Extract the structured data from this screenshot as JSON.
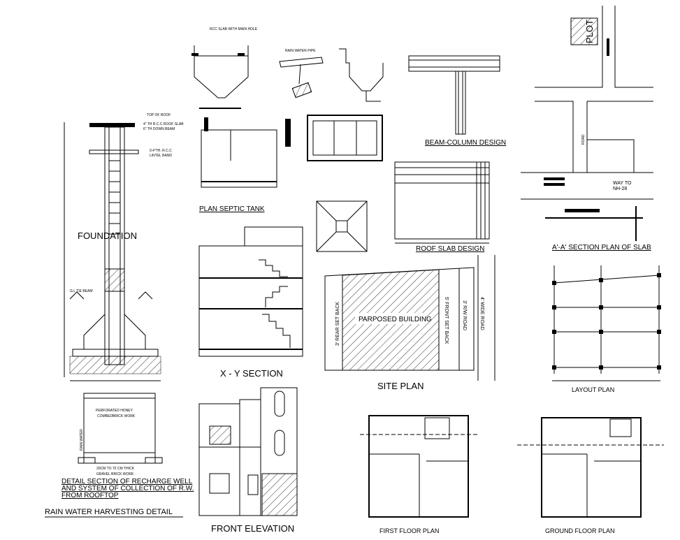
{
  "labels": {
    "rcc_slab": "RCC SLAB WITH MAIN HOLE",
    "rain_water_pipe": "RAIN WATER PIPE",
    "beam_column": "BEAM-COLUMN DESIGN",
    "plan_septic_tank": "PLAN SEPTIC TANK",
    "roof_slab": "ROOF SLAB DESIGN",
    "aa_section": "A'-A' SECTION PLAN OF SLAB",
    "foundation": "FOUNDATION",
    "xy_section": "X - Y  SECTION",
    "site_plan": "SITE PLAN",
    "layout_plan": "LAYOUT PLAN",
    "proposed_building": "PARPOSED BUILDING",
    "rear_setback": "3' REAR SET BACK",
    "front_setback": "5' FRONT SET BACK",
    "rw_road": "3' R/W ROAD",
    "wide_road": "4' WIDE ROAD",
    "plot": "PLOT",
    "road": "ROAD",
    "way_to": "WAY TO",
    "nh": "NH-28",
    "perforated_1": "PERFORATED HONEY",
    "perforated_2": "COMBEDBRICK WORK",
    "rain_water": "RAIN WATER",
    "gravel_1": "20CM TO 70 CM THICK",
    "gravel_2": "GRAVEL BRICK WORK",
    "recharge_1": "DETAIL SECTION OF RECHARGE WELL",
    "recharge_2": "AND SYSTEM OF COLLECTION OF R.W.",
    "recharge_3": "FROM ROOFTOP",
    "rwh_detail": "RAIN WATER HARVESTING DETAIL",
    "front_elevation": "FRONT ELEVATION",
    "first_floor": "FIRST FLOOR PLAN",
    "ground_floor": "GROUND FLOOR PLAN",
    "top_of_roof": "TOP OF ROOF",
    "roof_slab_note": "4\" TH R.C.C ROOF SLAB",
    "beam_note": "6\" TH DOWN BEAM",
    "lintel_1": "0.4\"TH. R.C.C",
    "lintel_2": "LINTEL BAND",
    "tie_beam": "G.L TIE BEAM"
  },
  "colors": {
    "line": "#000000",
    "background": "#ffffff"
  }
}
